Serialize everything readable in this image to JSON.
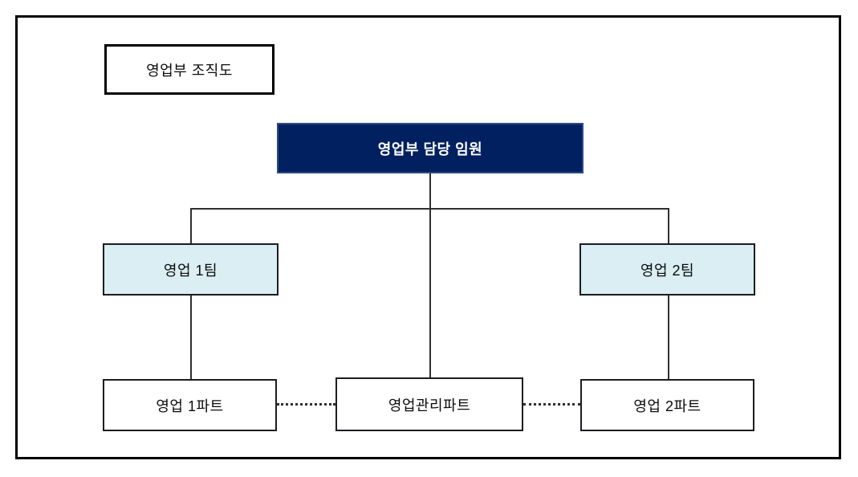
{
  "diagram": {
    "title": "영업부 조직도",
    "executive": {
      "label": "영업부 담당 임원"
    },
    "teams": [
      {
        "label": "영업 1팀"
      },
      {
        "label": "영업 2팀"
      }
    ],
    "parts": [
      {
        "label": "영업 1파트"
      },
      {
        "label": "영업관리파트"
      },
      {
        "label": "영업 2파트"
      }
    ],
    "colors": {
      "executive_bg": "#002060",
      "executive_text": "#ffffff",
      "team_bg": "#daeef3",
      "box_border": "#1a1d21",
      "line": "#2f2f2f",
      "frame_border": "#000000"
    }
  }
}
